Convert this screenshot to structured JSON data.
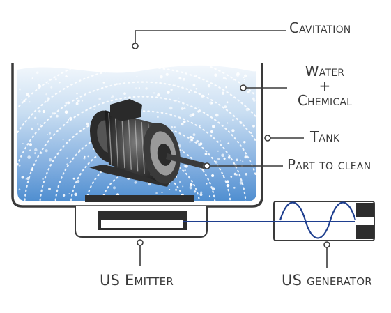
{
  "labels": {
    "cavitation": "Cavitation",
    "water": "Water",
    "plus": "+",
    "chemical": "Chemical",
    "tank": "Tank",
    "part_to_clean": "Part to clean",
    "us_emitter": "US Emitter",
    "us_generator": "US generator"
  },
  "colors": {
    "outline": "#3a3a3a",
    "water_light": "#eef5fb",
    "water_dark": "#4f8ed0",
    "signal_line": "#1f3f8f",
    "motor": "#2c2c2c",
    "bubble": "#ffffff"
  }
}
